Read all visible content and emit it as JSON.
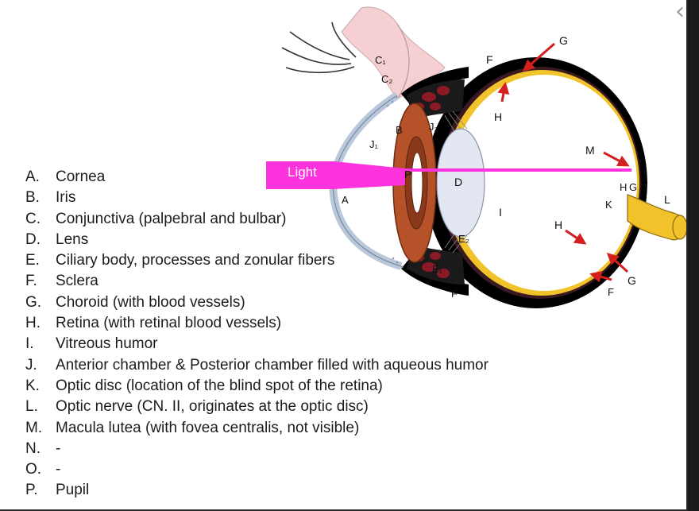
{
  "diagram_labels": {
    "A": "A",
    "B": "B",
    "C1": "C₁",
    "C2": "C₂",
    "D": "D",
    "E1": "E₁",
    "E2": "E₂",
    "F": "F",
    "G": "G",
    "H": "H",
    "I": "I",
    "J1": "J₁",
    "J2": "J₂",
    "K": "K",
    "L": "L",
    "M": "M",
    "P": "P",
    "light": "Light"
  },
  "legend": [
    {
      "key": "A.",
      "text": "Cornea"
    },
    {
      "key": "B.",
      "text": "Iris"
    },
    {
      "key": "C.",
      "text": "Conjunctiva (palpebral and bulbar)"
    },
    {
      "key": "D.",
      "text": "Lens"
    },
    {
      "key": "E.",
      "text": "Ciliary body, processes and zonular fibers"
    },
    {
      "key": "F.",
      "text": "Sclera"
    },
    {
      "key": "G.",
      "text": "Choroid (with blood vessels)"
    },
    {
      "key": "H.",
      "text": "Retina (with retinal blood vessels)"
    },
    {
      "key": "I.",
      "text": "Vitreous humor"
    },
    {
      "key": "J.",
      "text": "Anterior chamber & Posterior chamber filled with aqueous humor"
    },
    {
      "key": "K.",
      "text": "Optic disc (location of the blind spot of the retina)"
    },
    {
      "key": "L.",
      "text": "Optic nerve (CN. II, originates at the optic disc)"
    },
    {
      "key": "M.",
      "text": "Macula lutea (with fovea centralis, not visible)"
    },
    {
      "key": "N.",
      "text": "-"
    },
    {
      "key": "O.",
      "text": "-"
    },
    {
      "key": "P.",
      "text": "Pupil"
    }
  ],
  "colors": {
    "light_beam": "#ff33dd",
    "iris": "#b5522a",
    "sclera": "#000000",
    "retina": "#f2c22a",
    "conjunctiva": "#f6cfd2",
    "arrow": "#d41f1f"
  },
  "icons": {
    "back": "chevron-left-icon"
  }
}
